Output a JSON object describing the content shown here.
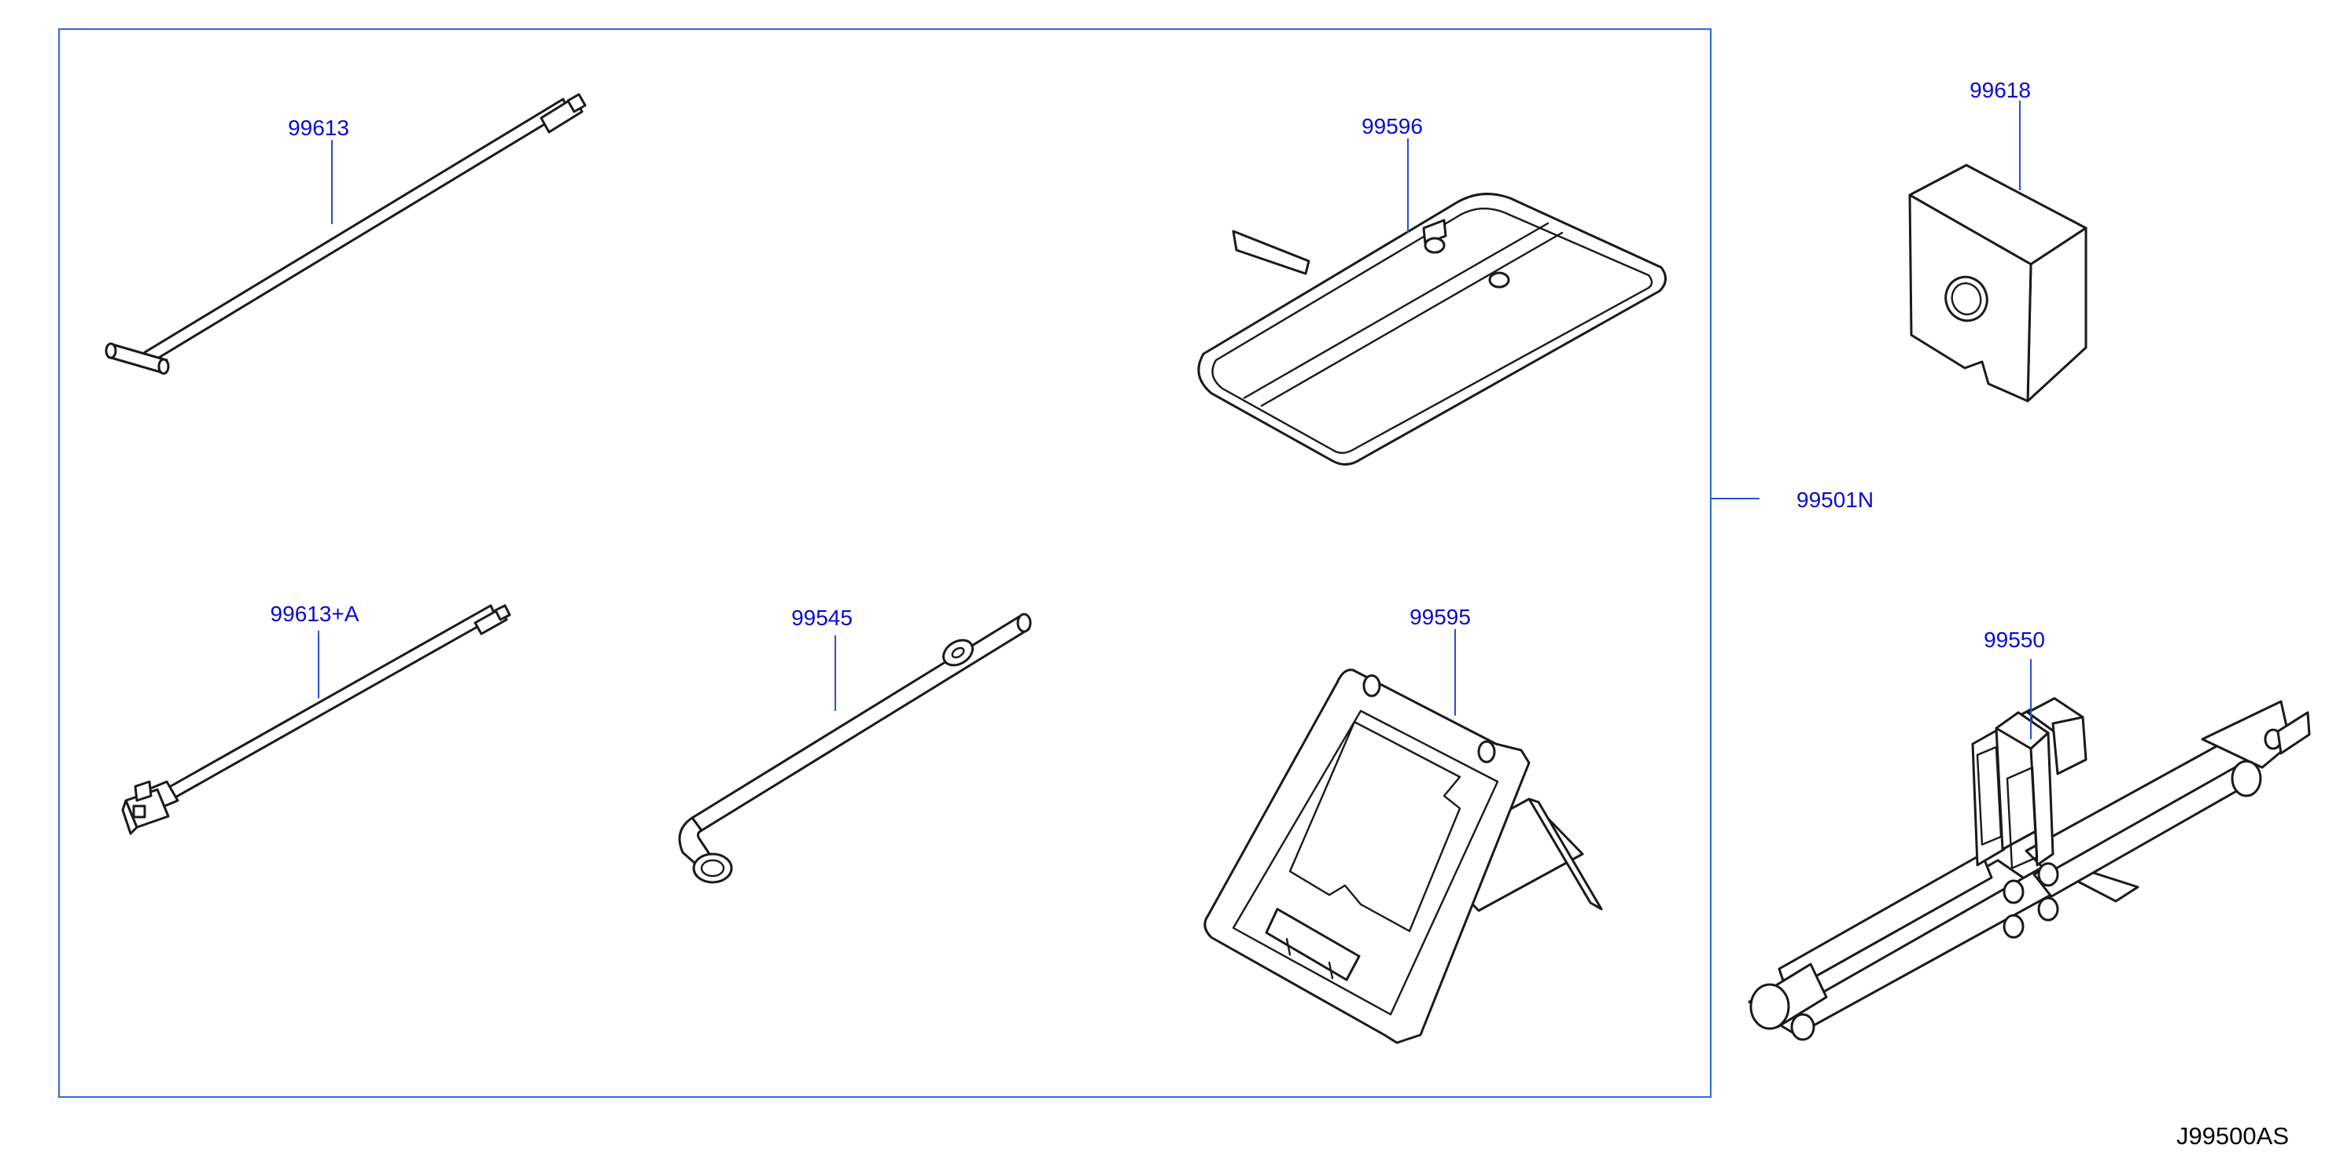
{
  "colors": {
    "label": "#0a0ad2",
    "leader": "#2b4fd0",
    "frame": "#3a6fcf",
    "linework": "#1a1a1a",
    "code": "#000000"
  },
  "parts": [
    {
      "id": "lever-99613",
      "label": "99613"
    },
    {
      "id": "lever-99613a",
      "label": "99613+A"
    },
    {
      "id": "wrench-99545",
      "label": "99545"
    },
    {
      "id": "tray-99596",
      "label": "99596"
    },
    {
      "id": "chock-99595",
      "label": "99595"
    },
    {
      "id": "block-99618",
      "label": "99618"
    },
    {
      "id": "jack-99550",
      "label": "99550"
    }
  ],
  "assembly_label": "99501N",
  "diagram_code": "J99500AS"
}
